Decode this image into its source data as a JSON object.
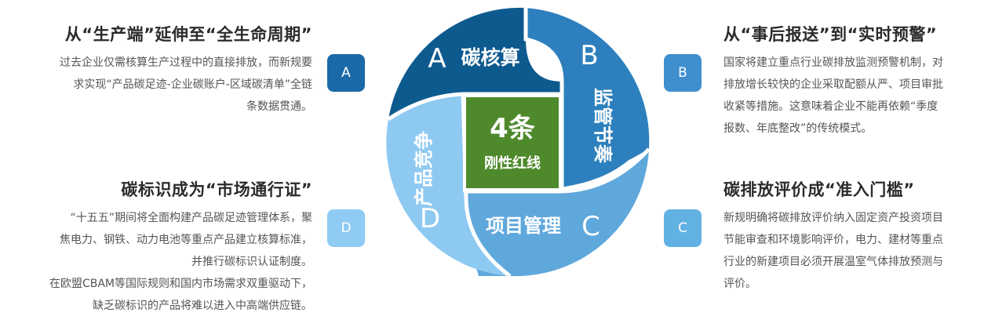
{
  "blocks": {
    "a": {
      "title": "从“生产端”延伸至“全生命周期”",
      "lines": [
        "过去企业仅需核算生产过程中的直接排放，而新规要",
        "求实现“产品碳足迹-企业碳账户-区域碳清单”全链",
        "条数据贯通。"
      ],
      "badge": "A"
    },
    "b": {
      "title": "从“事后报送”到“实时预警”",
      "lines": [
        "国家将建立重点行业碳排放监测预警机制，对",
        "排放增长较快的企业采取配额从严、项目审批",
        "收紧等措施。这意味着企业不能再依赖“季度",
        "报数、年底整改”的传统模式。"
      ],
      "badge": "B"
    },
    "c": {
      "title": "碳排放评价成“准入门槛”",
      "lines": [
        "新规明确将碳排放评价纳入固定资产投资项目",
        "节能审查和环境影响评价，电力、建材等重点",
        "行业的新建项目必须开展温室气体排放预测与",
        "评价。"
      ],
      "badge": "C"
    },
    "d": {
      "title": "碳标识成为“市场通行证”",
      "lines": [
        "“十五五”期间将全面构建产品碳足迹管理体系，聚",
        "焦电力、钢铁、动力电池等重点产品建立核算标准，",
        "并推行碳标识认证制度。",
        "在欧盟CBAM等国际规则和国内市场需求双重驱动下，",
        "缺乏碳标识的产品将难以进入中高端供应链。"
      ],
      "badge": "D"
    }
  },
  "center": {
    "count": "4条",
    "subtitle": "刚性红线"
  },
  "petals": {
    "a": {
      "letter": "A",
      "label": "碳核算"
    },
    "b": {
      "letter": "B",
      "label": "监管节奏"
    },
    "c": {
      "letter": "C",
      "label": "项目管理"
    },
    "d": {
      "letter": "D",
      "label": "产品竞争"
    }
  },
  "colors": {
    "petal_a": "#0d5a8f",
    "petal_b": "#2d80bd",
    "petal_c": "#5fa8dc",
    "petal_d": "#8ec9f2",
    "center": "#4e8a2c",
    "badge_a": "#1b6aa7",
    "badge_b": "#3f8fcf",
    "badge_c": "#62b1e3",
    "badge_d": "#8fcbf3"
  }
}
